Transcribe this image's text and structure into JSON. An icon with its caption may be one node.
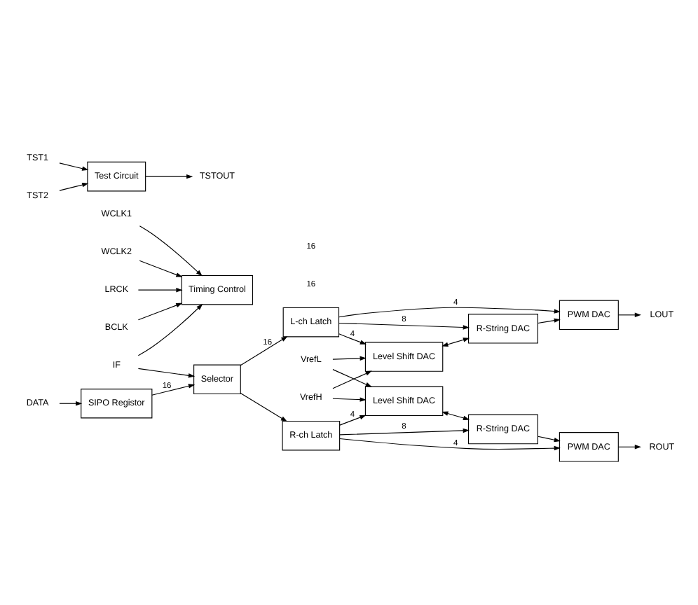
{
  "diagram": {
    "nodes": [
      {
        "text": [
          "BCLK"
        ]
      },
      {
        "text": [
          "WCLK1"
        ]
      },
      {
        "text": [
          "WCLK2"
        ]
      },
      {
        "text": [
          "LRCK"
        ]
      },
      {
        "text": [
          "IF"
        ]
      },
      {
        "text": [
          "Timing Control"
        ]
      },
      {
        "text": [
          "DATA"
        ]
      },
      {
        "text": [
          "SIPO Registor"
        ]
      },
      {
        "text": [
          "Selector"
        ]
      },
      {
        "text": [
          "TST1"
        ]
      },
      {
        "text": [
          "TST2"
        ]
      },
      {
        "text": [
          "Test Circuit"
        ]
      },
      {
        "text": [
          "TSTOUT"
        ]
      },
      {
        "text": [
          "LOUT"
        ]
      },
      {
        "text": [
          "VrefH"
        ]
      },
      {
        "text": [
          "VrefL"
        ]
      },
      {
        "text": [
          "ROUT"
        ]
      },
      {
        "text": [
          "PWM DAC"
        ]
      },
      {
        "text": [
          "R-String DAC"
        ]
      },
      {
        "text": [
          "Level Shift DAC"
        ]
      },
      {
        "text": [
          "PWM DAC"
        ]
      },
      {
        "text": [
          "R-String DAC"
        ]
      },
      {
        "text": [
          "Level Shift DAC"
        ]
      },
      {
        "text": [
          "L-ch Latch"
        ]
      },
      {
        "text": [
          "R-ch Latch"
        ]
      }
    ],
    "edges": [
      {
        "from": 0,
        "to": 5,
        "arrow": "to"
      },
      {
        "from": 1,
        "to": 5,
        "arrow": "to"
      },
      {
        "from": 2,
        "to": 5,
        "arrow": "to"
      },
      {
        "from": 3,
        "to": 5,
        "arrow": "to"
      },
      {
        "from": 4,
        "to": 5,
        "arrow": "to"
      },
      {
        "from": 4,
        "to": 8,
        "arrow": "to"
      },
      {
        "from": 6,
        "to": 7,
        "arrow": "to"
      },
      {
        "from": 7,
        "to": 8,
        "arrow": "to",
        "label": "16"
      },
      {
        "from": 9,
        "to": 11,
        "arrow": "to"
      },
      {
        "from": 10,
        "to": 11,
        "arrow": "to"
      },
      {
        "from": 11,
        "to": 12,
        "arrow": "to"
      },
      {
        "from": 8,
        "to": 23,
        "arrow": "to",
        "label": "16"
      },
      {
        "from": 8,
        "to": 24,
        "arrow": "to"
      },
      {
        "from": 23,
        "to": 17,
        "arrow": "to",
        "label": "4"
      },
      {
        "from": 23,
        "to": 18,
        "arrow": "to",
        "label": "8"
      },
      {
        "from": 23,
        "to": 19,
        "arrow": "to",
        "label": "4"
      },
      {
        "from": 24,
        "to": 20,
        "arrow": "to",
        "label": "4"
      },
      {
        "from": 24,
        "to": 21,
        "arrow": "to",
        "label": "8"
      },
      {
        "from": 24,
        "to": 22,
        "arrow": "to",
        "label": "4"
      },
      {
        "from": 18,
        "to": 17,
        "arrow": "to"
      },
      {
        "from": 19,
        "to": 18,
        "arrow": "both"
      },
      {
        "from": 17,
        "to": 13,
        "arrow": "to"
      },
      {
        "from": 21,
        "to": 20,
        "arrow": "to"
      },
      {
        "from": 22,
        "to": 21,
        "arrow": "both"
      },
      {
        "from": 20,
        "to": 16,
        "arrow": "to"
      },
      {
        "from": 14,
        "to": 19,
        "arrow": "to"
      },
      {
        "from": 14,
        "to": 22,
        "arrow": "to"
      },
      {
        "from": 15,
        "to": 19,
        "arrow": "to"
      },
      {
        "from": 15,
        "to": 22,
        "arrow": "to"
      }
    ],
    "labels": [
      "16",
      "16"
    ]
  }
}
